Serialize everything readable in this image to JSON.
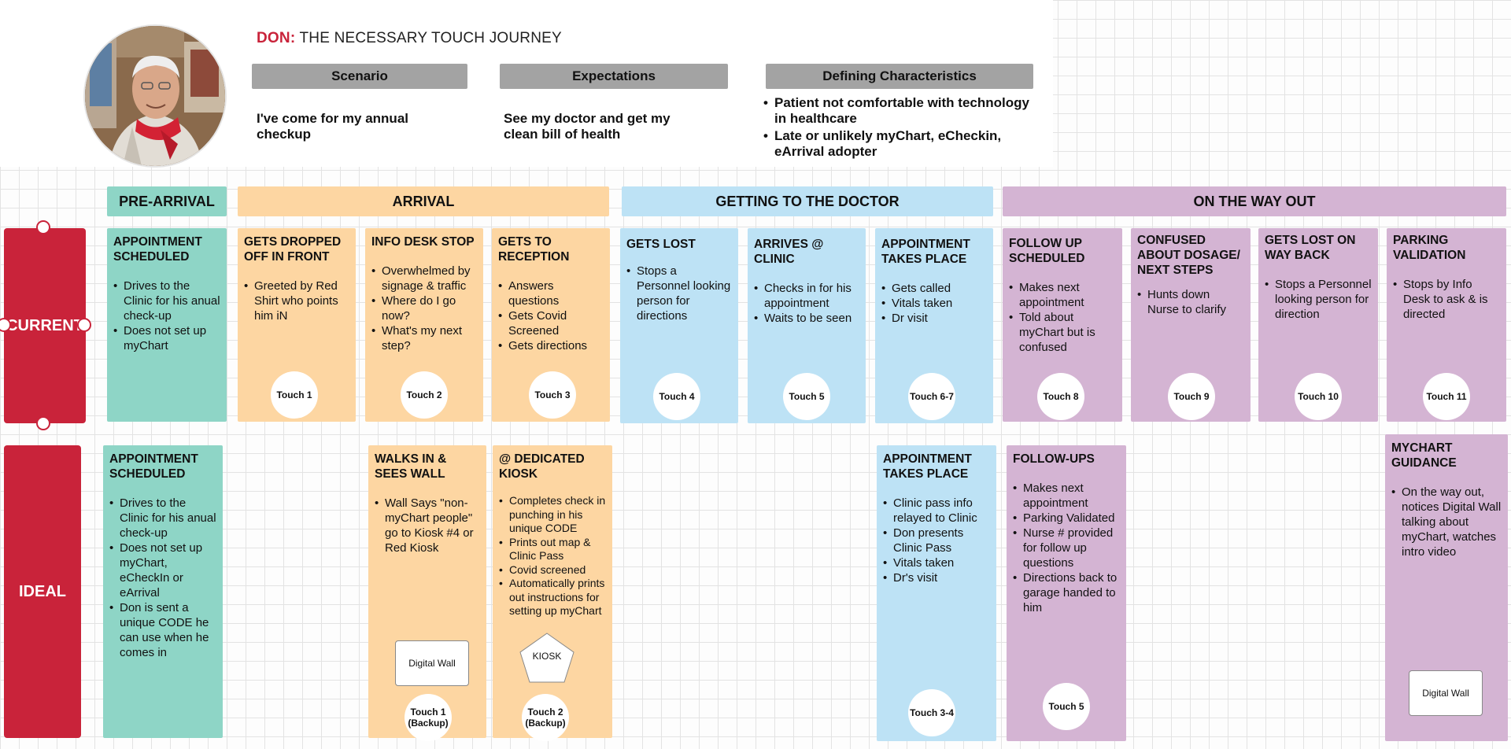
{
  "colors": {
    "accent_red": "#c9233a",
    "teal": "#8ed5c6",
    "orange": "#fdd6a2",
    "blue": "#bde2f5",
    "purple": "#d4b4d3",
    "header_gray": "#a3a3a3"
  },
  "header": {
    "name": "DON:",
    "title_rest": " THE NECESSARY TOUCH JOURNEY",
    "scenario": {
      "label": "Scenario",
      "text": "I've come for my annual checkup"
    },
    "expectations": {
      "label": "Expectations",
      "text": "See my doctor and get my clean bill of health"
    },
    "defining": {
      "label": "Defining Characteristics",
      "bullets": [
        "Patient not comfortable with technology in healthcare",
        "Late or unlikely myChart, eCheckin, eArrival adopter"
      ]
    }
  },
  "stages": {
    "pre_arrival": "PRE-ARRIVAL",
    "arrival": "ARRIVAL",
    "getting": "GETTING TO THE DOCTOR",
    "way_out": "ON THE WAY OUT"
  },
  "rows": {
    "current": "CURRENT",
    "ideal": "IDEAL"
  },
  "current": [
    {
      "title": "APPOINTMENT SCHEDULED",
      "bullets": [
        "Drives to the Clinic for his anual check-up",
        "Does not set up myChart"
      ],
      "touch": ""
    },
    {
      "title": "GETS DROPPED OFF IN FRONT",
      "bullets": [
        "Greeted by Red Shirt who points him iN"
      ],
      "touch": "Touch 1"
    },
    {
      "title": "INFO DESK STOP",
      "bullets": [
        "Overwhelmed by signage & traffic",
        "Where do I go now?",
        "What's my next step?"
      ],
      "touch": "Touch 2"
    },
    {
      "title": "GETS TO RECEPTION",
      "bullets": [
        "Answers questions",
        "Gets Covid Screened",
        "Gets directions"
      ],
      "touch": "Touch 3"
    },
    {
      "title": "GETS LOST",
      "bullets": [
        "Stops a Personnel looking person for directions"
      ],
      "touch": "Touch 4"
    },
    {
      "title": "ARRIVES @ CLINIC",
      "bullets": [
        "Checks in for his appointment",
        "Waits to be seen"
      ],
      "touch": "Touch 5"
    },
    {
      "title": "APPOINTMENT TAKES PLACE",
      "bullets": [
        "Gets called",
        "Vitals taken",
        "Dr visit"
      ],
      "touch": "Touch 6-7"
    },
    {
      "title": "FOLLOW UP SCHEDULED",
      "bullets": [
        "Makes next appointment",
        "Told about myChart but is confused"
      ],
      "touch": "Touch 8"
    },
    {
      "title": "CONFUSED ABOUT DOSAGE/ NEXT STEPS",
      "bullets": [
        "Hunts down Nurse to clarify"
      ],
      "touch": "Touch 9"
    },
    {
      "title": "GETS LOST ON WAY BACK",
      "bullets": [
        "Stops a Personnel looking person for direction"
      ],
      "touch": "Touch 10"
    },
    {
      "title": "PARKING VALIDATION",
      "bullets": [
        "Stops by Info Desk to ask & is directed"
      ],
      "touch": "Touch 11"
    }
  ],
  "ideal": [
    {
      "title": "APPOINTMENT SCHEDULED",
      "bullets": [
        "Drives to the Clinic for his anual check-up",
        "Does not set up myChart, eCheckIn or eArrival",
        "Don is sent a unique CODE he can use when he comes in"
      ],
      "touch": ""
    },
    {
      "title": "WALKS IN & SEES WALL",
      "bullets": [
        "Wall Says \"non-myChart people\" go to Kiosk #4 or Red Kiosk"
      ],
      "device": "Digital Wall",
      "touch": "Touch 1 (Backup)"
    },
    {
      "title": "@ DEDICATED KIOSK",
      "bullets": [
        "Completes check in punching in his unique CODE",
        "Prints out map & Clinic Pass",
        "Covid screened",
        "Automatically prints out instructions for setting up myChart"
      ],
      "device": "KIOSK",
      "touch": "Touch 2 (Backup)"
    },
    {
      "title": "APPOINTMENT TAKES PLACE",
      "bullets": [
        "Clinic pass info relayed to Clinic",
        "Don presents Clinic Pass",
        "Vitals taken",
        "Dr's visit"
      ],
      "touch": "Touch 3-4"
    },
    {
      "title": "FOLLOW-UPS",
      "bullets": [
        "Makes next appointment",
        "Parking Validated",
        "Nurse # provided for follow up questions",
        "Directions back to garage handed to him"
      ],
      "touch": "Touch 5"
    },
    {
      "title": "MYCHART GUIDANCE",
      "bullets": [
        "On the way out, notices Digital Wall talking about myChart, watches intro video"
      ],
      "device": "Digital Wall",
      "touch": ""
    }
  ]
}
